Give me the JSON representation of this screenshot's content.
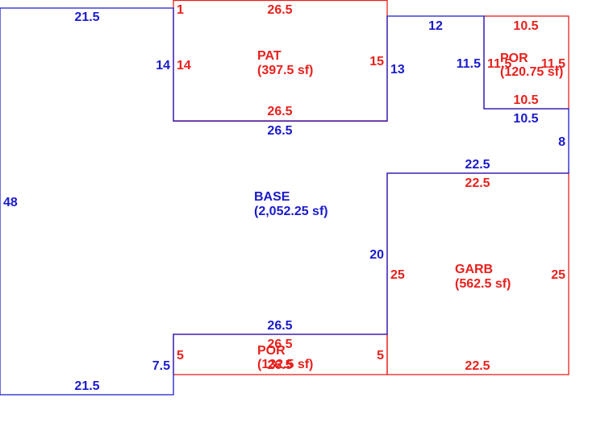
{
  "colors": {
    "base": "#1a1acc",
    "addition": "#e8201c"
  },
  "areas": {
    "base": {
      "code": "BASE",
      "area": "(2,052.25 sf)"
    },
    "pat": {
      "code": "PAT",
      "area": "(397.5 sf)"
    },
    "por_right": {
      "code": "POR",
      "area": "(120.75 sf)"
    },
    "garb": {
      "code": "GARB",
      "area": "(562.5 sf)"
    },
    "por_bottom": {
      "code": "POR",
      "area": "(132.5 sf)"
    }
  },
  "dimensions": {
    "base": {
      "top_left": "21.5",
      "left": "48",
      "bottom_left": "21.5",
      "notch_left": "7.5",
      "inner_bottom": "26.5",
      "inner_right": "20",
      "garb_top": "22.5",
      "right": "8",
      "por_bottom": "10.5",
      "por_left": "11.5",
      "por_top": "12",
      "pat_right": "13",
      "pat_bottom": "26.5",
      "pat_left": "14"
    },
    "pat": {
      "top": "26.5",
      "left": "14",
      "right": "15",
      "bottom": "26.5",
      "corner": "1"
    },
    "por_right": {
      "top": "10.5",
      "left": "11.5",
      "right": "11.5",
      "bottom": "10.5"
    },
    "garb": {
      "top": "22.5",
      "left": "25",
      "right": "25",
      "bottom": "22.5"
    },
    "por_bottom": {
      "top": "26.5",
      "left": "5",
      "right": "5",
      "bottom": "26.5"
    }
  }
}
